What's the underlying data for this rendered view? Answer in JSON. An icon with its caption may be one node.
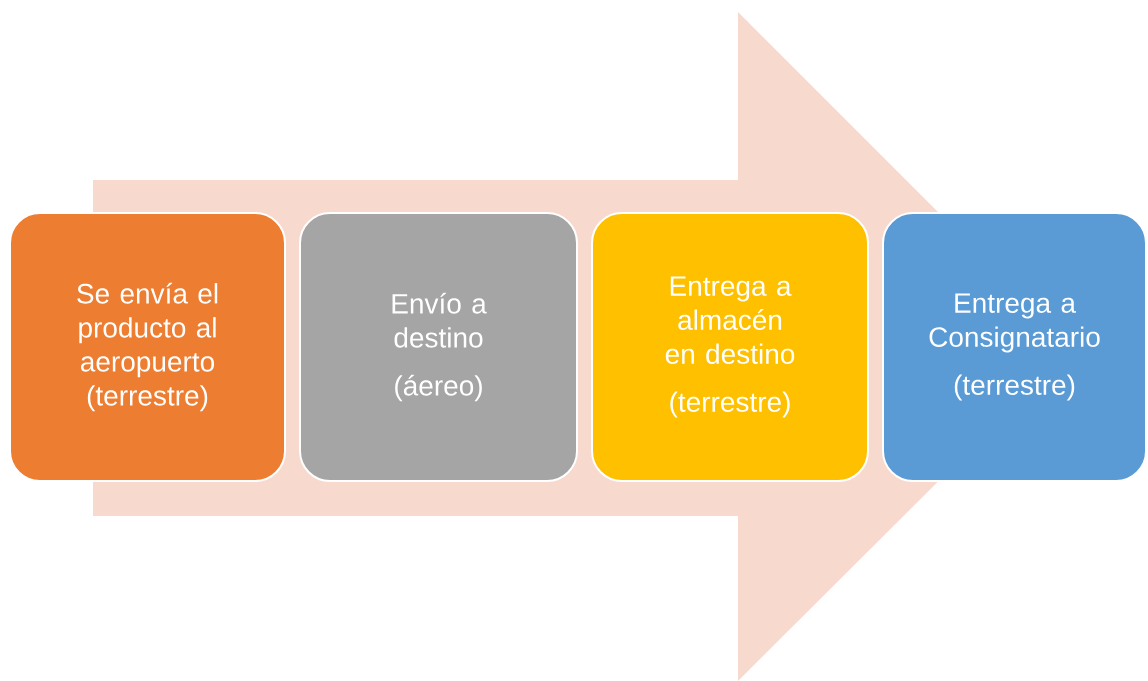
{
  "diagram": {
    "nodes": [
      {
        "text": [
          "Se envía el producto al aeropuerto (terrestre)"
        ]
      },
      {
        "text": [
          "Envío a destino",
          "(áereo)"
        ]
      },
      {
        "text": [
          "Entrega a almacén en destino",
          "(terrestre)"
        ]
      },
      {
        "text": [
          "Entrega a Consignatario",
          "(terrestre)"
        ]
      }
    ],
    "edges": [
      {
        "from": 0,
        "to": 3,
        "arrow": "to"
      }
    ]
  }
}
